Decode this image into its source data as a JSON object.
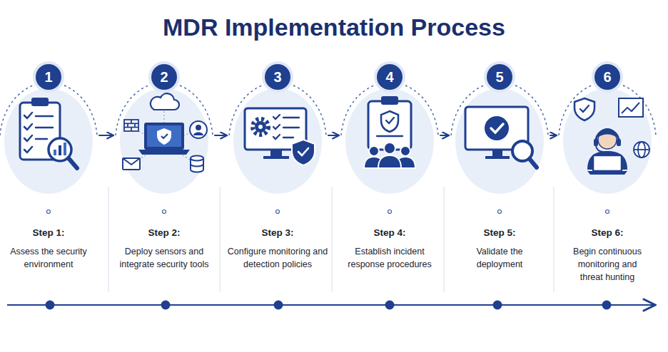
{
  "diagram": {
    "title": "MDR Implementation Process",
    "nodes": [
      {
        "text": [
          "Step 1:",
          "Assess the security environment"
        ]
      },
      {
        "text": [
          "1"
        ],
        "in": 0
      },
      {
        "text": [
          "Step 2:",
          "Deploy sensors and integrate security tools"
        ]
      },
      {
        "text": [
          "2"
        ],
        "in": 2
      },
      {
        "text": [
          "Step 3:",
          "Configure monitoring and detection policies"
        ]
      },
      {
        "text": [
          "3"
        ],
        "in": 4
      },
      {
        "text": [
          "Step 4:",
          "Establish incident response procedures"
        ]
      },
      {
        "text": [
          "4"
        ],
        "in": 6
      },
      {
        "text": [
          "Step 5:",
          "Validate the deployment"
        ]
      },
      {
        "text": [
          "5"
        ],
        "in": 8
      },
      {
        "text": [
          "Step 6:",
          "Begin continuous monitoring and threat hunting"
        ]
      },
      {
        "text": [
          "6"
        ],
        "in": 10
      }
    ],
    "edges": [
      {
        "from": 0,
        "to": 2,
        "arrow": "to"
      },
      {
        "from": 2,
        "to": 4,
        "arrow": "to"
      },
      {
        "from": 4,
        "to": 6,
        "arrow": "to"
      },
      {
        "from": 6,
        "to": 8,
        "arrow": "to"
      },
      {
        "from": 8,
        "to": 10,
        "arrow": "to"
      }
    ]
  }
}
